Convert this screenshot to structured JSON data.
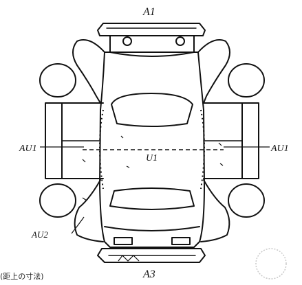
{
  "diagram": {
    "labels": {
      "front": "A1",
      "rear": "A3",
      "left_side": "AU1",
      "right_side": "AU1",
      "roof": "U1",
      "left_rear_fender": "AU2"
    },
    "footer_text": "(距上の寸法)"
  },
  "colors": {
    "ink": "#111111",
    "stamp": "#c8c8c8"
  }
}
